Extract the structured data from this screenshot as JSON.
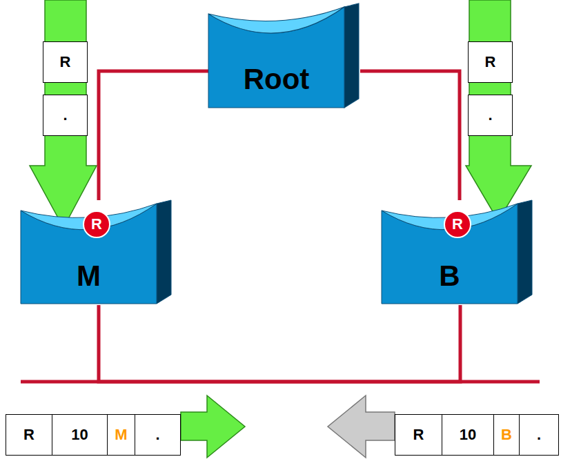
{
  "diagram": {
    "nodes": [
      {
        "text": [
          "Root"
        ]
      },
      {
        "text": [
          "M"
        ]
      },
      {
        "text": [
          "R"
        ],
        "in": 1
      },
      {
        "text": [
          "B"
        ]
      },
      {
        "text": [
          "R"
        ],
        "in": 3
      }
    ],
    "edges": [
      {
        "from": 0,
        "to": 1,
        "arrow": "none"
      },
      {
        "from": 0,
        "to": 3,
        "arrow": "none"
      },
      {
        "from": 1,
        "to": 3,
        "arrow": "none"
      }
    ],
    "labels": [
      "R",
      "R",
      ".",
      ".",
      "R",
      "10",
      "M",
      ".",
      "R",
      "10",
      "B",
      "."
    ]
  }
}
